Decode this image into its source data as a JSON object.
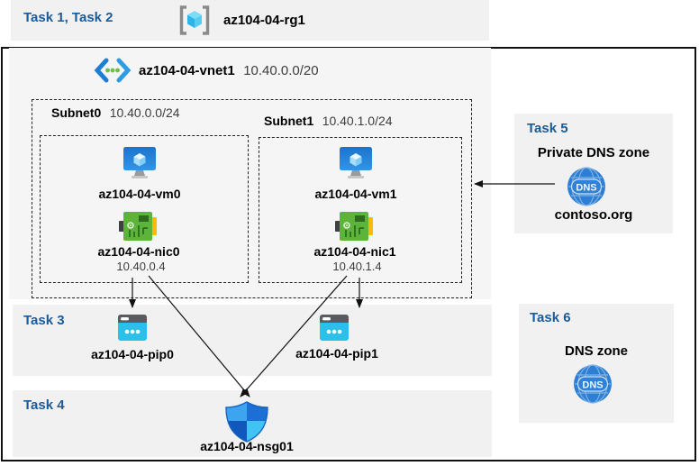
{
  "colors": {
    "accent_blue": "#1a5b99",
    "band_gray": "#f1f1f2",
    "ink": "#111111",
    "muted_text": "#3d3d3d",
    "vm_blue": "#1f7fd8",
    "nic_green": "#5cb43a",
    "pip_cyan": "#2bc0ea",
    "dns_blue": "#2c7fd4"
  },
  "header": {
    "tasks": "Task 1, Task 2",
    "rg": {
      "icon": "resource-group-icon",
      "name": "az104-04-rg1"
    }
  },
  "vnet": {
    "icon": "virtual-network-icon",
    "name": "az104-04-vnet1",
    "cidr": "10.40.0.0/20"
  },
  "subnets": [
    {
      "name": "Subnet0",
      "cidr": "10.40.0.0/24",
      "vm": {
        "icon": "virtual-machine-icon",
        "name": "az104-04-vm0"
      },
      "nic": {
        "icon": "network-interface-icon",
        "name": "az104-04-nic0",
        "ip": "10.40.0.4"
      }
    },
    {
      "name": "Subnet1",
      "cidr": "10.40.1.0/24",
      "vm": {
        "icon": "virtual-machine-icon",
        "name": "az104-04-vm1"
      },
      "nic": {
        "icon": "network-interface-icon",
        "name": "az104-04-nic1",
        "ip": "10.40.1.4"
      }
    }
  ],
  "task3": {
    "label": "Task 3",
    "pips": [
      {
        "icon": "public-ip-icon",
        "name": "az104-04-pip0"
      },
      {
        "icon": "public-ip-icon",
        "name": "az104-04-pip1"
      }
    ]
  },
  "task4": {
    "label": "Task 4",
    "nsg": {
      "icon": "nsg-shield-icon",
      "name": "az104-04-nsg01"
    }
  },
  "task5": {
    "label": "Task 5",
    "title": "Private DNS zone",
    "icon": "dns-icon",
    "zone": "contoso.org"
  },
  "task6": {
    "label": "Task 6",
    "title": "DNS zone",
    "icon": "dns-icon"
  }
}
